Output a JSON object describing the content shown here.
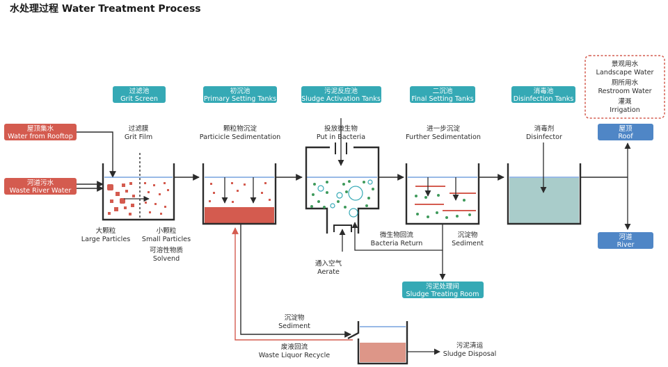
{
  "title": "水处理过程 Water Treatment Process",
  "colors": {
    "teal": "#35a9b5",
    "red": "#d45b4f",
    "blue": "#4f86c6",
    "water_line": "#5b8fd6",
    "disinfect_fill": "#a9ccca",
    "sludge_fill": "#dd9688",
    "green_dot": "#3f9a5b",
    "dark": "#2b2b2b"
  },
  "stages": [
    {
      "cn": "过滤池",
      "en": "Grit Screen",
      "desc_cn": "过滤膜",
      "desc_en": "Grit Film"
    },
    {
      "cn": "初沉池",
      "en": "Primary Setting Tanks",
      "desc_cn": "颗粒物沉淀",
      "desc_en": "Particicle Sedimentation"
    },
    {
      "cn": "污泥反应池",
      "en": "Sludge Activation Tanks",
      "desc_cn": "投放微生物",
      "desc_en": "Put in Bacteria"
    },
    {
      "cn": "二沉池",
      "en": "Final Setting Tanks",
      "desc_cn": "进一步沉淀",
      "desc_en": "Further Sedimentation"
    },
    {
      "cn": "消毒池",
      "en": "Disinfection Tanks",
      "desc_cn": "消毒剂",
      "desc_en": "Disinfector"
    }
  ],
  "inputs": [
    {
      "cn": "屋顶集水",
      "en": "Water from Rooftop"
    },
    {
      "cn": "河道污水",
      "en": "Waste River Water"
    }
  ],
  "outputs": [
    {
      "cn": "屋顶",
      "en": "Roof"
    },
    {
      "cn": "河道",
      "en": "River"
    }
  ],
  "uses": {
    "landscape_cn": "景观用水",
    "landscape_en": "Landscape Water",
    "restroom_cn": "厕所用水",
    "restroom_en": "Restroom Water",
    "irrigation_cn": "灌溉",
    "irrigation_en": "Irrigation"
  },
  "labels": {
    "large_cn": "大颗粒",
    "large_en": "Large Particles",
    "small_cn": "小颗粒",
    "small_en": "Small Particles",
    "solvend_cn": "可溶性物质",
    "solvend_en": "Solvend",
    "aerate_cn": "通入空气",
    "aerate_en": "Aerate",
    "bact_return_cn": "微生物回流",
    "bact_return_en": "Bacteria Return",
    "sediment_cn": "沉淀物",
    "sediment_en": "Sediment",
    "sludge_room_cn": "污泥处理间",
    "sludge_room_en": "Sludge Treating Room",
    "sediment2_cn": "沉淀物",
    "sediment2_en": "Sediment",
    "recycle_cn": "废液回流",
    "recycle_en": "Waste Liquor Recycle",
    "disposal_cn": "污泥清运",
    "disposal_en": "Sludge Disposal"
  }
}
